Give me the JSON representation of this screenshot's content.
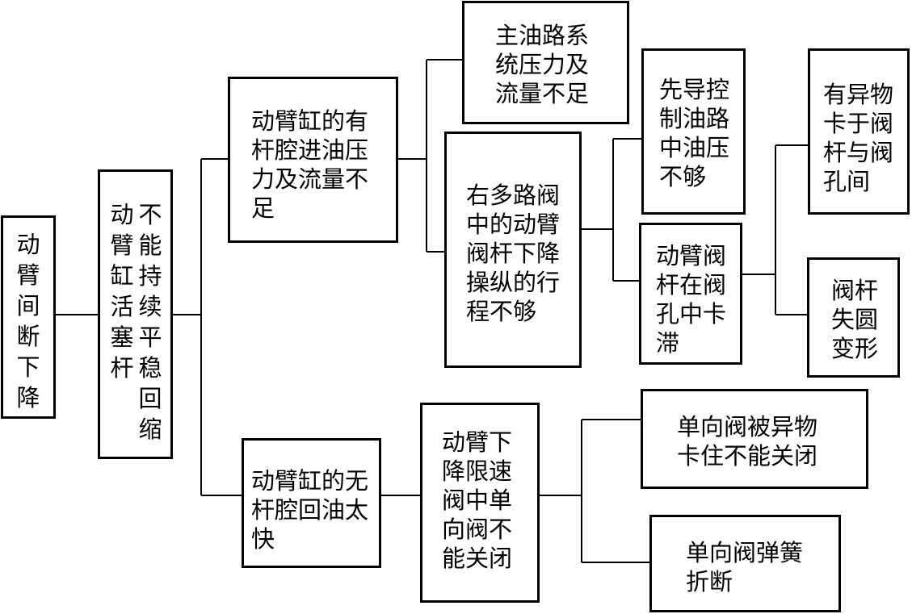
{
  "root": {
    "text": "动臂间断下降"
  },
  "level1": {
    "col1": "动臂缸活塞杆",
    "col2": "不能持续平稳回缩"
  },
  "cause_a": {
    "text": "动臂缸的有\n杆腔进油压\n力及流量不\n足"
  },
  "cause_b": {
    "text": "动臂缸的无\n杆腔回油太\n快"
  },
  "cause_a1": {
    "text": "主油路系\n统压力及\n流量不足"
  },
  "cause_a2": {
    "text": "右多路阀\n中的动臂\n阀杆下降\n操纵的行\n程不够"
  },
  "cause_a2_1": {
    "text": "先导控\n制油路\n中油压\n不够"
  },
  "cause_a2_2": {
    "text": "动臂阀\n杆在阀\n孔中卡\n滞"
  },
  "cause_a2_2_1": {
    "text": "有异物\n卡于阀\n杆与阀\n孔间"
  },
  "cause_a2_2_2": {
    "text": "阀杆\n失圆\n变形"
  },
  "cause_b1": {
    "text": "动臂下\n降限速\n阀中单\n向阀不\n能关闭"
  },
  "cause_b1_1": {
    "text": "单向阀被异物\n卡住不能关闭"
  },
  "cause_b1_2": {
    "text": "单向阀弹簧\n折断"
  }
}
